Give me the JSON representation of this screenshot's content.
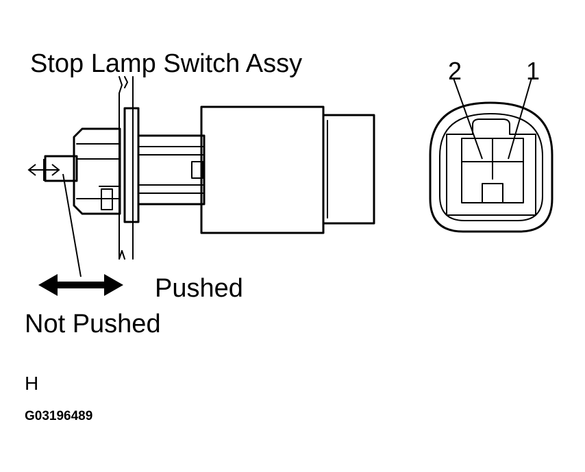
{
  "labels": {
    "title": "Stop Lamp Switch Assy",
    "pin_2": "2",
    "pin_1": "1",
    "pushed": "Pushed",
    "not_pushed": "Not Pushed",
    "view_mark": "H",
    "figure_id": "G03196489"
  },
  "colors": {
    "line": "#000000",
    "background": "#ffffff"
  }
}
